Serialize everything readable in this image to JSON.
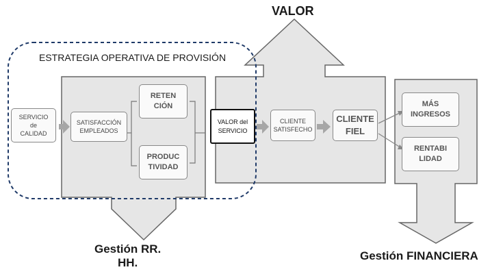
{
  "title_top": "VALOR",
  "strategy_label": "ESTRATEGIA OPERATIVA DE PROVISIÓN",
  "boxes": {
    "servicio_calidad": "SERVICIO\nde\nCALIDAD",
    "satisfaccion": "SATISFACCIÓN\nEMPLEADOS",
    "retencion": "RETEN\nCIÓN",
    "productividad": "PRODUC\nTIVIDAD",
    "valor_servicio": "VALOR del\nSERVICIO",
    "cliente_satisfecho": "CLIENTE\nSATISFECHO",
    "cliente_fiel": "CLIENTE\nFIEL",
    "mas_ingresos": "MÁS\nINGRESOS",
    "rentabilidad": "RENTABI\nLIDAD"
  },
  "bottom": {
    "rrhh": "Gestión RR.\nHH.",
    "financiera": "Gestión FINANCIERA"
  },
  "colors": {
    "panel": "#e6e6e6",
    "panel_border": "#666666",
    "dashed": "#1f3a68",
    "box_border": "#888888",
    "arrow": "#a6a6a6"
  }
}
